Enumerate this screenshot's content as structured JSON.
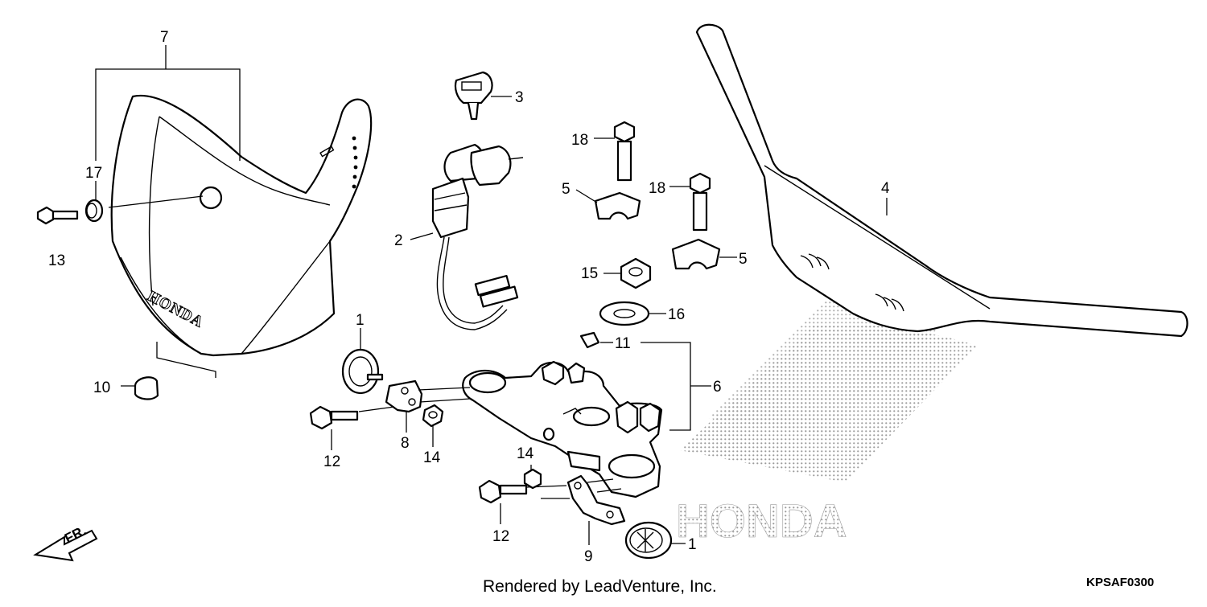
{
  "footer": {
    "rendered_by": "Rendered by LeadVenture, Inc.",
    "diagram_code": "KPSAF0300"
  },
  "watermark": {
    "brand": "HONDA"
  },
  "cover": {
    "brand_text": "HONDA"
  },
  "direction": {
    "label": "FR."
  },
  "callouts": [
    "7",
    "17",
    "13",
    "10",
    "3",
    "2",
    "1",
    "12",
    "8",
    "14",
    "18",
    "5",
    "15",
    "16",
    "11",
    "6",
    "14",
    "12",
    "9",
    "1",
    "18",
    "5",
    "4"
  ]
}
